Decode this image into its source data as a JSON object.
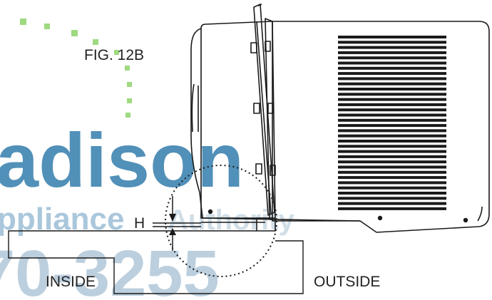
{
  "figure": {
    "caption": "FIG. 12B",
    "label_h": "H",
    "label_inside": "INSIDE",
    "label_outside": "OUTSIDE"
  },
  "watermark": {
    "line1": "adison",
    "line2": "ppliance",
    "line2_tail": "Authority",
    "line3": "70-3255",
    "color": "#1d6fa3"
  },
  "colors": {
    "ink": "#1a1a1a",
    "watermark_green": "#6fc04a"
  }
}
